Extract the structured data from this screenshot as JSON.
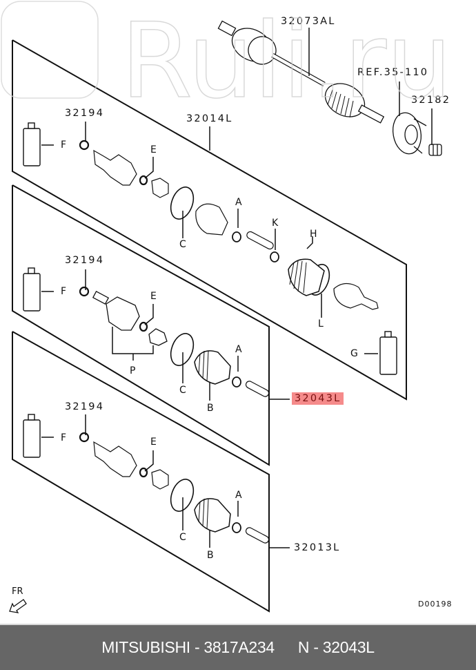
{
  "diagram": {
    "drawing_code": "D00198",
    "direction_label": "FR",
    "labels": {
      "assembly_top": "32073AL",
      "ref": "REF.35-110",
      "nut": "32182",
      "kit_panel1": "32014L",
      "kit_panel2": "32043L",
      "kit_panel3": "32013L",
      "snap_ring_1": "32194",
      "snap_ring_2": "32194",
      "snap_ring_3": "32194"
    },
    "letters": {
      "p1_F": "F",
      "p1_E": "E",
      "p1_C": "C",
      "p1_A": "A",
      "p1_K": "K",
      "p1_H": "H",
      "p1_L": "L",
      "p1_G": "G",
      "p2_F": "F",
      "p2_E": "E",
      "p2_P": "P",
      "p2_C": "C",
      "p2_A": "A",
      "p2_B": "B",
      "p3_F": "F",
      "p3_E": "E",
      "p3_C": "C",
      "p3_A": "A",
      "p3_B": "B"
    },
    "highlighted_part": "32043L",
    "highlight_color": "#f58b8b"
  },
  "watermark": {
    "text": "Ruli.ru"
  },
  "footer": {
    "brand": "MITSUBISHI",
    "part_number": "3817A234",
    "sep": "-",
    "ref_prefix": "N",
    "ref_number": "32043L",
    "brand_line": "MITSUBISHI - 3817A234",
    "ref_line": "N - 32043L",
    "background": "#666666"
  }
}
